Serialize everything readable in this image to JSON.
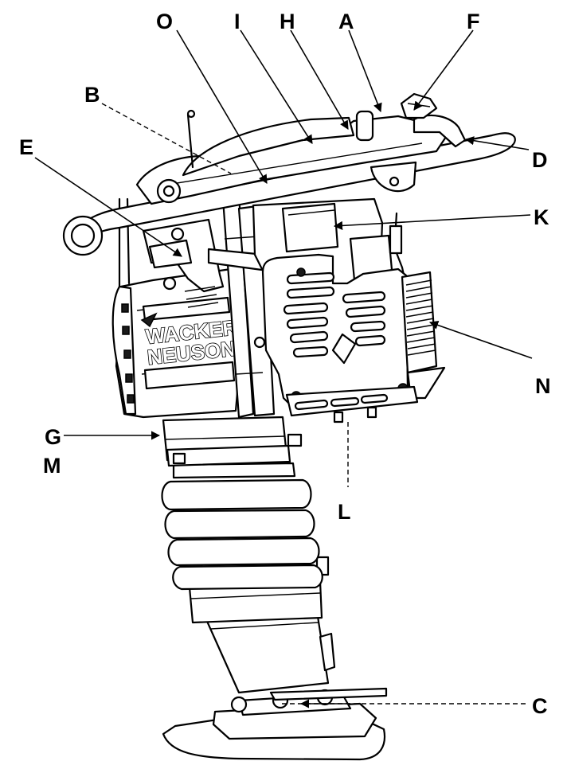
{
  "diagram": {
    "brand_line1": "WACKER",
    "brand_line2": "NEUSON",
    "callouts": {
      "A": "A",
      "B": "B",
      "C": "C",
      "D": "D",
      "E": "E",
      "F": "F",
      "G": "G",
      "H": "H",
      "I": "I",
      "K": "K",
      "L": "L",
      "M": "M",
      "N": "N",
      "O": "O"
    }
  }
}
